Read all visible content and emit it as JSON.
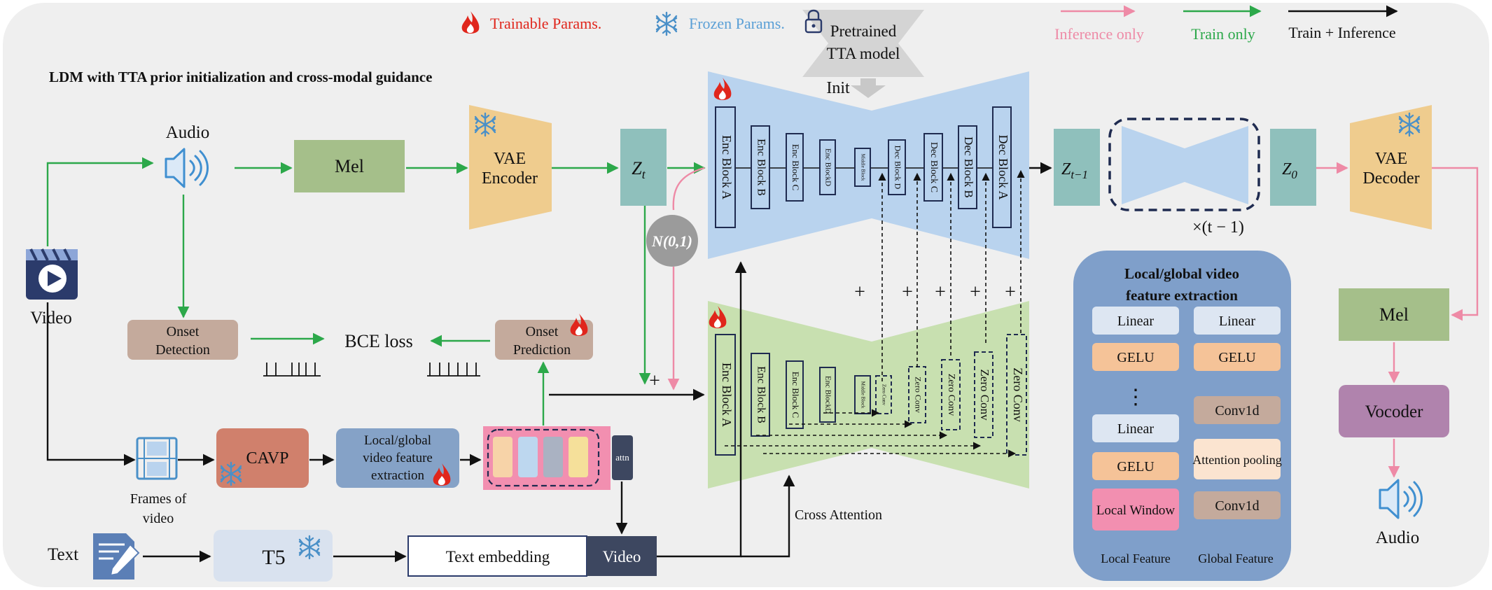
{
  "legend": {
    "trainable": "Trainable Params.",
    "frozen": "Frozen Params.",
    "pretrained": "Pretrained",
    "tta_model": "TTA model",
    "inference_only": "Inference only",
    "train_only": "Train only",
    "train_inference": "Train + Inference"
  },
  "colors": {
    "trainable": "#e0261c",
    "frozen": "#5a9fd6",
    "inference": "#ee8aa6",
    "train": "#2ca84a",
    "unet_top": "#b9d3ee",
    "unet_bottom": "#c8e0b0"
  },
  "title": "LDM with TTA prior initialization and cross-modal guidance",
  "labels": {
    "audio_in": "Audio",
    "video": "Video",
    "mel_top": "Mel",
    "vae_encoder_1": "VAE",
    "vae_encoder_2": "Encoder",
    "zt": "Z",
    "zt_sub": "t",
    "noise": "N(0,1)",
    "init": "Init",
    "zt1": "Z",
    "zt1_sub": "t−1",
    "z0": "Z",
    "z0_sub": "0",
    "repeat": "×(t − 1)",
    "vae_decoder_1": "VAE",
    "vae_decoder_2": "Decoder",
    "onset_detection_1": "Onset",
    "onset_detection_2": "Detection",
    "bce_loss": "BCE loss",
    "onset_prediction_1": "Onset",
    "onset_prediction_2": "Prediction",
    "frames_1": "Frames of",
    "frames_2": "video",
    "cavp": "CAVP",
    "feat_extract_1": "Local/global",
    "feat_extract_2": "video feature",
    "feat_extract_3": "extraction",
    "attn": "attn",
    "text": "Text",
    "t5": "T5",
    "text_embedding": "Text embedding",
    "video_token": "Video",
    "cross_attention": "Cross Attention",
    "plus": "+",
    "mel_right": "Mel",
    "vocoder": "Vocoder",
    "audio_out": "Audio"
  },
  "unet_top_blocks": [
    "Enc Block A",
    "Enc Block B",
    "Enc Block C",
    "Enc BlockD",
    "Middle Block",
    "Dec Block D",
    "Dec Block C",
    "Dec Block B",
    "Dec Block A"
  ],
  "unet_bottom_blocks": [
    "Enc Block A",
    "Enc Block B",
    "Enc Block C",
    "Enc BlockD",
    "Middle Block",
    "Zero Conv",
    "Zero Conv",
    "Zero Conv",
    "Zero Conv",
    "Zero Conv"
  ],
  "feature_panel": {
    "title_1": "Local/global video",
    "title_2": "feature extraction",
    "local": [
      "Linear",
      "GELU",
      "⋮",
      "Linear",
      "GELU",
      "Local Window"
    ],
    "global": [
      "Linear",
      "GELU",
      "Conv1d",
      "Attention pooling",
      "Conv1d"
    ],
    "local_caption": "Local Feature",
    "global_caption": "Global Feature"
  }
}
